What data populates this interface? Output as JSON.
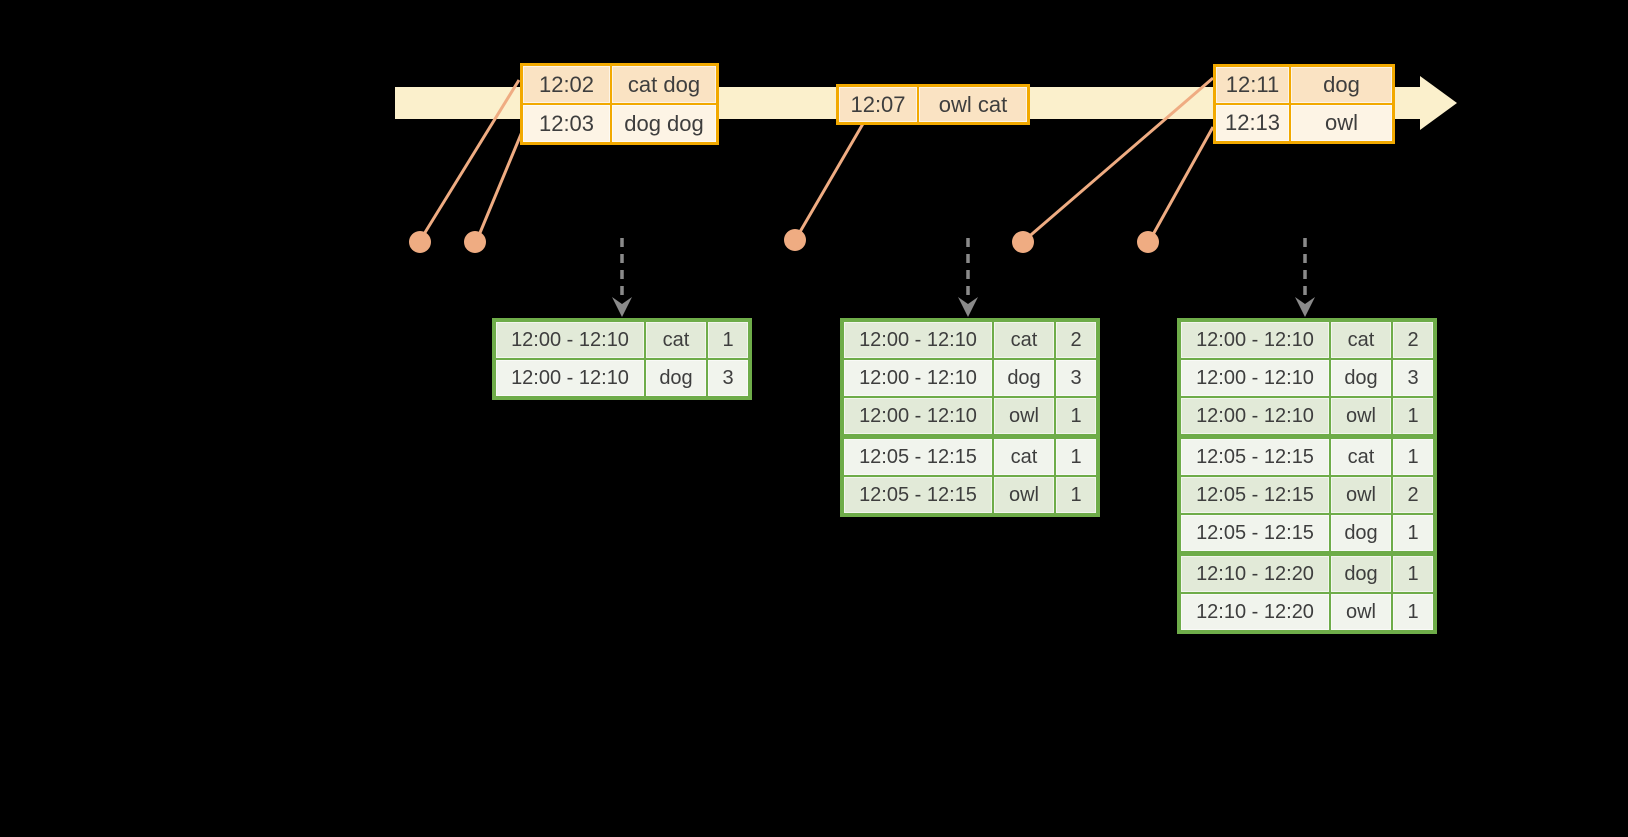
{
  "colors": {
    "background": "#000000",
    "timeline_bar": "#FBF0CC",
    "event_table_border": "#F2A900",
    "event_row_dark": "#FAE3C3",
    "event_row_light": "#FDF4E5",
    "connector_and_dots": "#EFAC82",
    "dashed_arrow": "#8A8A8A",
    "result_table_border": "#6EAC49",
    "result_row_dark": "#E2EAD8",
    "result_row_light": "#F1F4ED",
    "text": "#3E3E3E"
  },
  "event_tables": [
    {
      "rows": [
        {
          "time": "12:02",
          "words": "cat dog"
        },
        {
          "time": "12:03",
          "words": "dog dog"
        }
      ]
    },
    {
      "rows": [
        {
          "time": "12:07",
          "words": "owl cat"
        }
      ]
    },
    {
      "rows": [
        {
          "time": "12:11",
          "words": "dog"
        },
        {
          "time": "12:13",
          "words": "owl"
        }
      ]
    }
  ],
  "result_tables": [
    {
      "rows": [
        {
          "window": "12:00 - 12:10",
          "word": "cat",
          "count": "1"
        },
        {
          "window": "12:00 - 12:10",
          "word": "dog",
          "count": "3"
        }
      ]
    },
    {
      "rows": [
        {
          "window": "12:00 - 12:10",
          "word": "cat",
          "count": "2"
        },
        {
          "window": "12:00 - 12:10",
          "word": "dog",
          "count": "3"
        },
        {
          "window": "12:00 - 12:10",
          "word": "owl",
          "count": "1"
        },
        {
          "window": "12:05 - 12:15",
          "word": "cat",
          "count": "1"
        },
        {
          "window": "12:05 - 12:15",
          "word": "owl",
          "count": "1"
        }
      ]
    },
    {
      "rows": [
        {
          "window": "12:00 - 12:10",
          "word": "cat",
          "count": "2"
        },
        {
          "window": "12:00 - 12:10",
          "word": "dog",
          "count": "3"
        },
        {
          "window": "12:00 - 12:10",
          "word": "owl",
          "count": "1"
        },
        {
          "window": "12:05 - 12:15",
          "word": "cat",
          "count": "1"
        },
        {
          "window": "12:05 - 12:15",
          "word": "owl",
          "count": "2"
        },
        {
          "window": "12:05 - 12:15",
          "word": "dog",
          "count": "1"
        },
        {
          "window": "12:10 - 12:20",
          "word": "dog",
          "count": "1"
        },
        {
          "window": "12:10 - 12:20",
          "word": "owl",
          "count": "1"
        }
      ]
    }
  ]
}
